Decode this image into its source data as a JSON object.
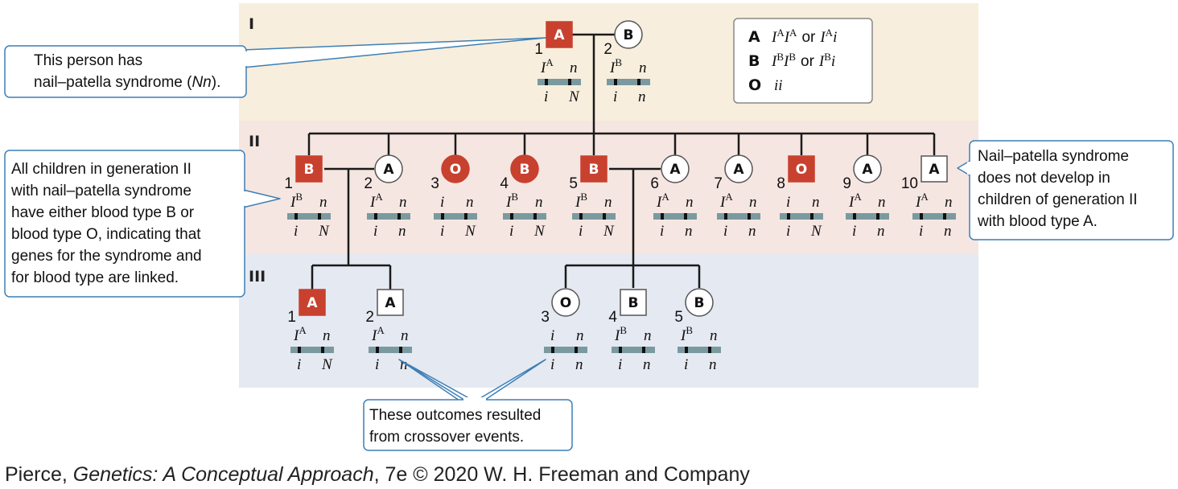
{
  "generations": [
    "I",
    "II",
    "III"
  ],
  "legend": {
    "rows": [
      {
        "symbol": "A",
        "g1": "I",
        "s1": "A",
        "g2": "I",
        "s2": "A",
        "or": "or",
        "g3": "I",
        "s3": "A",
        "g4": "i"
      },
      {
        "symbol": "B",
        "g1": "I",
        "s1": "B",
        "g2": "I",
        "s2": "B",
        "or": "or",
        "g3": "I",
        "s3": "B",
        "g4": "i"
      },
      {
        "symbol": "O",
        "g1": "ii"
      }
    ]
  },
  "individuals": {
    "I1": {
      "num": "1",
      "symbol": "A",
      "top_gene": "I",
      "top_sup": "A",
      "top_n": "n",
      "bot_a": "i",
      "bot_n": "N"
    },
    "I2": {
      "num": "2",
      "symbol": "B",
      "top_gene": "I",
      "top_sup": "B",
      "top_n": "n",
      "bot_a": "i",
      "bot_n": "n"
    },
    "II1": {
      "num": "1",
      "symbol": "B",
      "top_gene": "I",
      "top_sup": "B",
      "top_n": "n",
      "bot_a": "i",
      "bot_n": "N"
    },
    "II2": {
      "num": "2",
      "symbol": "A",
      "top_gene": "I",
      "top_sup": "A",
      "top_n": "n",
      "bot_a": "i",
      "bot_n": "n"
    },
    "II3": {
      "num": "3",
      "symbol": "O",
      "top_gene": "i",
      "top_sup": "",
      "top_n": "n",
      "bot_a": "i",
      "bot_n": "N"
    },
    "II4": {
      "num": "4",
      "symbol": "B",
      "top_gene": "I",
      "top_sup": "B",
      "top_n": "n",
      "bot_a": "i",
      "bot_n": "N"
    },
    "II5": {
      "num": "5",
      "symbol": "B",
      "top_gene": "I",
      "top_sup": "B",
      "top_n": "n",
      "bot_a": "i",
      "bot_n": "N"
    },
    "II6": {
      "num": "6",
      "symbol": "A",
      "top_gene": "I",
      "top_sup": "A",
      "top_n": "n",
      "bot_a": "i",
      "bot_n": "n"
    },
    "II7": {
      "num": "7",
      "symbol": "A",
      "top_gene": "I",
      "top_sup": "A",
      "top_n": "n",
      "bot_a": "i",
      "bot_n": "n"
    },
    "II8": {
      "num": "8",
      "symbol": "O",
      "top_gene": "i",
      "top_sup": "",
      "top_n": "n",
      "bot_a": "i",
      "bot_n": "N"
    },
    "II9": {
      "num": "9",
      "symbol": "A",
      "top_gene": "I",
      "top_sup": "A",
      "top_n": "n",
      "bot_a": "i",
      "bot_n": "n"
    },
    "II10": {
      "num": "10",
      "symbol": "A",
      "top_gene": "I",
      "top_sup": "A",
      "top_n": "n",
      "bot_a": "i",
      "bot_n": "n"
    },
    "III1": {
      "num": "1",
      "symbol": "A",
      "top_gene": "I",
      "top_sup": "A",
      "top_n": "n",
      "bot_a": "i",
      "bot_n": "N"
    },
    "III2": {
      "num": "2",
      "symbol": "A",
      "top_gene": "I",
      "top_sup": "A",
      "top_n": "n",
      "bot_a": "i",
      "bot_n": "n"
    },
    "III3": {
      "num": "3",
      "symbol": "O",
      "top_gene": "i",
      "top_sup": "",
      "top_n": "n",
      "bot_a": "i",
      "bot_n": "n"
    },
    "III4": {
      "num": "4",
      "symbol": "B",
      "top_gene": "I",
      "top_sup": "B",
      "top_n": "n",
      "bot_a": "i",
      "bot_n": "n"
    },
    "III5": {
      "num": "5",
      "symbol": "B",
      "top_gene": "I",
      "top_sup": "B",
      "top_n": "n",
      "bot_a": "i",
      "bot_n": "n"
    }
  },
  "callouts": {
    "nn": {
      "l1": "This person has",
      "l2a": "nail–patella syndrome (",
      "l2b": "Nn",
      "l2c": ")."
    },
    "linked": {
      "lines": [
        "All children in generation II",
        "with nail–patella syndrome",
        "have either blood type B or",
        "blood type O, indicating that",
        "genes for the syndrome and",
        "for blood type are linked."
      ]
    },
    "typeA": {
      "lines": [
        "Nail–patella syndrome",
        "does not develop in",
        "children of generation II",
        "with blood type A."
      ]
    },
    "crossover": {
      "lines": [
        "These outcomes resulted",
        "from crossover events."
      ]
    }
  },
  "credit": {
    "a": "Pierce, ",
    "b": "Genetics: A Conceptual Approach",
    "c": ", 7e © 2020 W. H. Freeman and Company"
  },
  "colors": {
    "affected": "#c8412f",
    "band_I": "#f8eedd",
    "band_II": "#f6e6e1",
    "band_III": "#e5e9f1",
    "chromosome": "#7a9aa0",
    "callout_border": "#3d7fb5"
  }
}
